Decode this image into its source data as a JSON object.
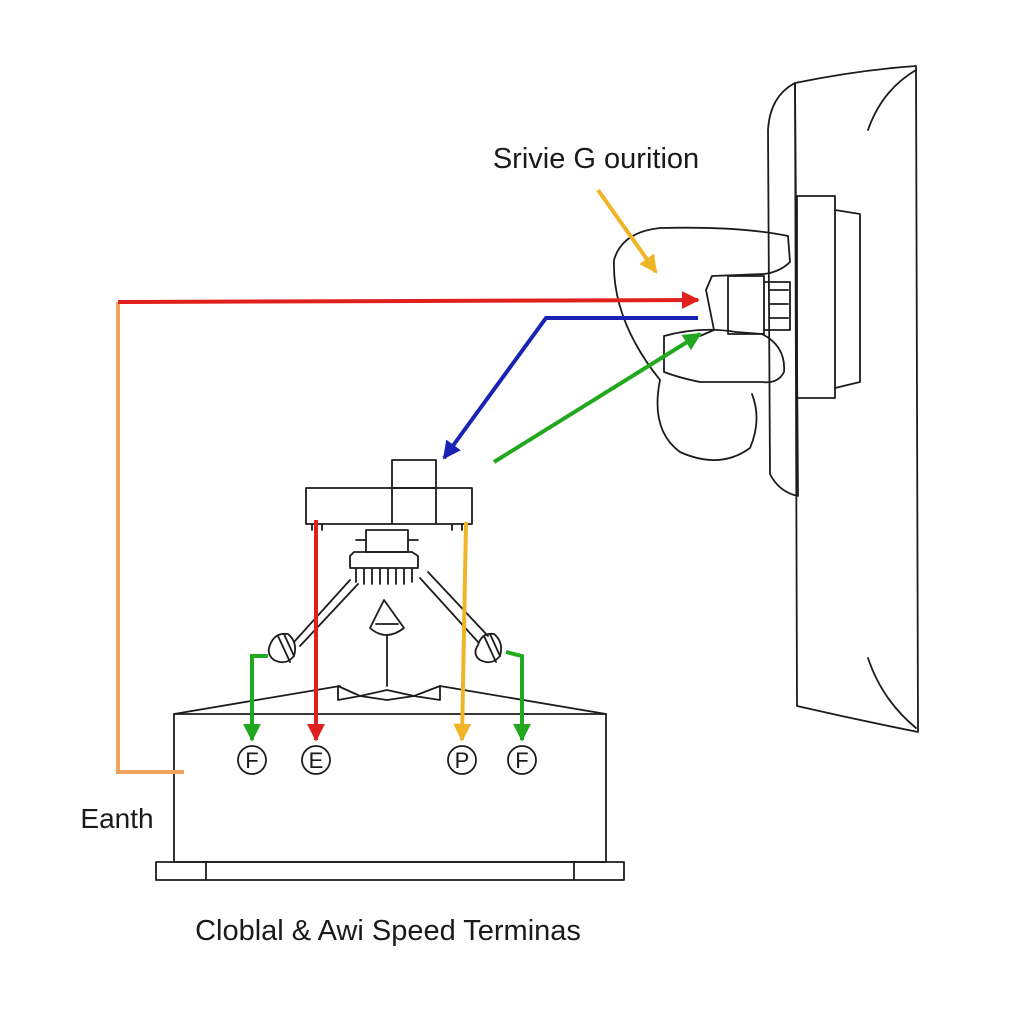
{
  "labels": {
    "top": "Srivie G ourition",
    "earth": "Eanth",
    "bottom": "Cloblal & Awi Speed Terminas"
  },
  "terminals": [
    "F",
    "E",
    "P",
    "F"
  ],
  "wire_colors": {
    "red": "#e0201c",
    "blue": "#1a24b4",
    "green": "#22a81e",
    "yellow": "#efb526",
    "orange": "#f0a25c"
  }
}
